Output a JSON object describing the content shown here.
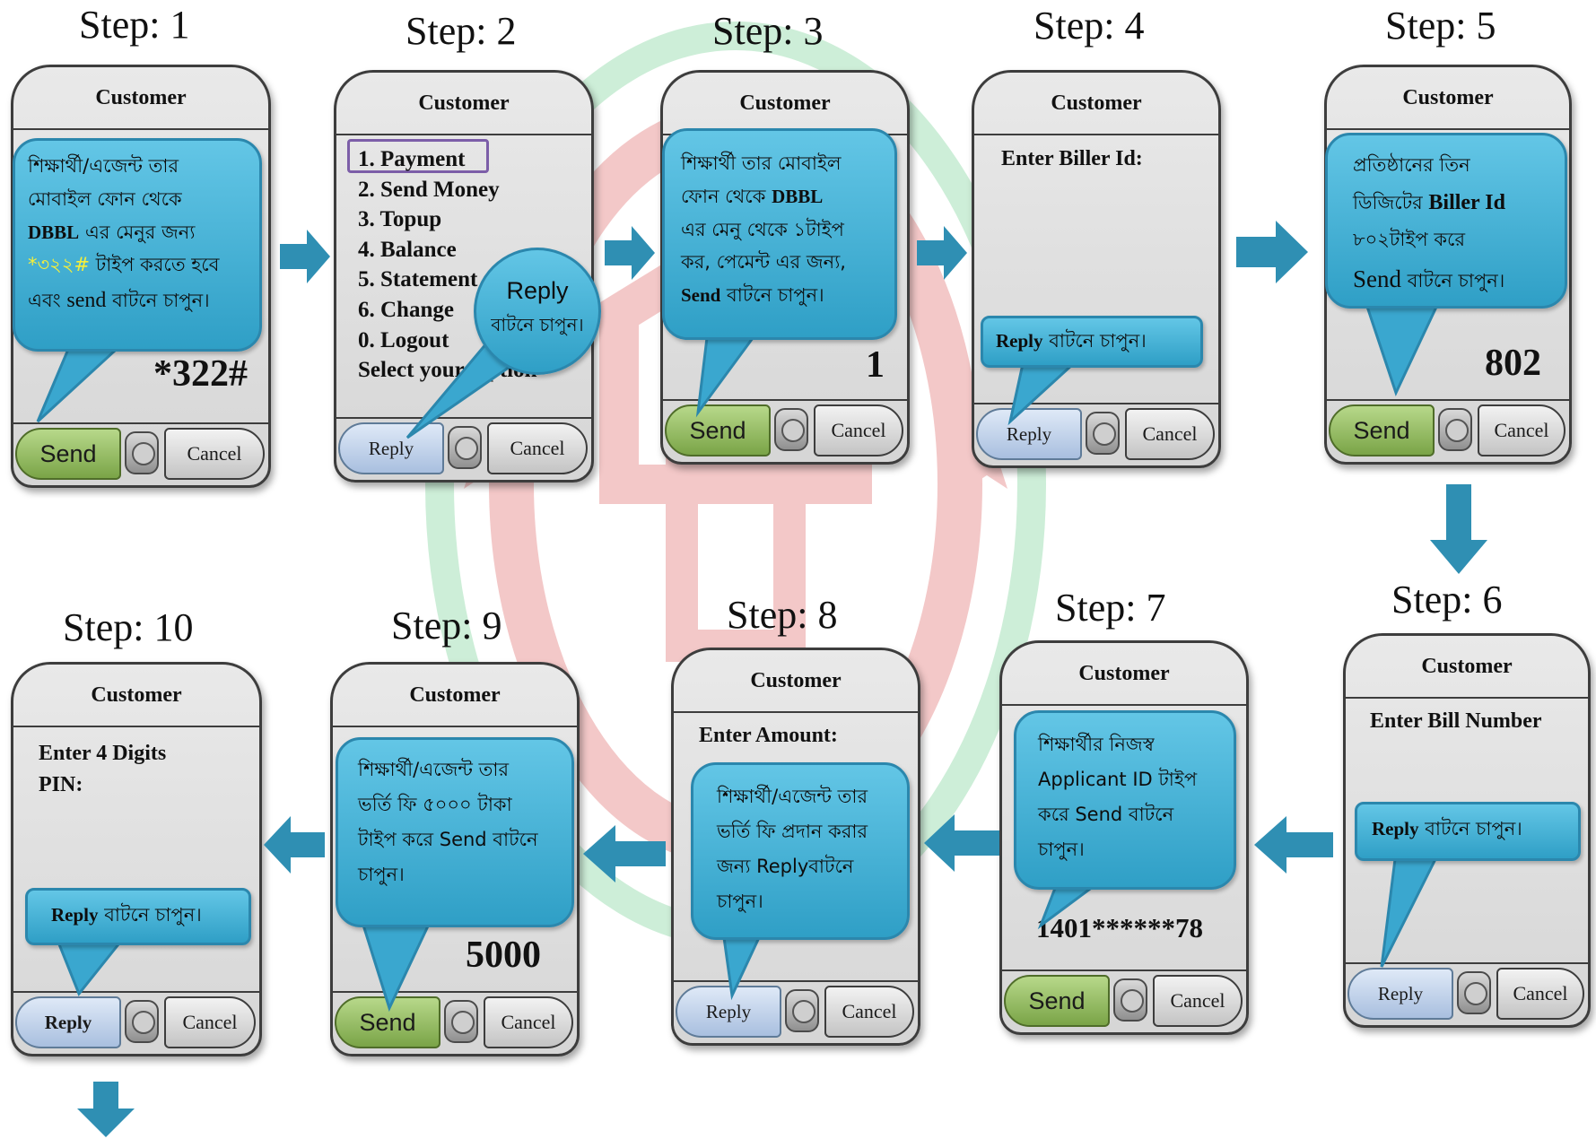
{
  "phone_title": "Customer",
  "buttons": {
    "send": "Send",
    "reply": "Reply",
    "cancel": "Cancel"
  },
  "steps": [
    {
      "title": "Step: 1",
      "bubble": {
        "lines": [
          "শিক্ষার্থী/এজেন্ট তার",
          "মোবাইল ফোন থেকে",
          "এর মেনুর জন্য",
          "টাইপ করতে হবে",
          "এবং",
          "বাটনে চাপুন।"
        ],
        "brand": "DBBL",
        "code": "*৩২২#",
        "send_word": "send"
      },
      "value": "*322#"
    },
    {
      "title": "Step: 2",
      "menu": [
        "1. Payment",
        "2. Send Money",
        "3. Topup",
        "4. Balance",
        "5. Statement",
        "6. Change",
        "0. Logout",
        "Select your Option"
      ],
      "bubble": {
        "reply": "Reply",
        "text": "বাটনে চাপুন।"
      }
    },
    {
      "title": "Step: 3",
      "bubble": {
        "lines": [
          "শিক্ষার্থী তার মোবাইল",
          "ফোন থেকে",
          "এর মেনু থেকে ১টাইপ",
          "কর, পেমেন্ট এর জন্য,",
          "বাটনে চাপুন।"
        ],
        "brand": "DBBL",
        "send_word": "Send"
      },
      "value": "1"
    },
    {
      "title": "Step: 4",
      "screen_text": "Enter Biller Id:",
      "bubble": {
        "reply": "Reply",
        "text": "বাটনে চাপুন।"
      }
    },
    {
      "title": "Step: 5",
      "bubble": {
        "lines": [
          "প্রতিষ্ঠানের তিন",
          "ডিজিটের",
          "৮০২টাইপ করে",
          "বাটনে চাপুন।"
        ],
        "biller": "Biller Id",
        "send_word": "Send"
      },
      "value": "802"
    },
    {
      "title": "Step: 6",
      "screen_text": "Enter Bill Number",
      "bubble": {
        "reply": "Reply",
        "text": "বাটনে চাপুন।"
      }
    },
    {
      "title": "Step: 7",
      "bubble": {
        "lines": [
          "শিক্ষার্থীর নিজস্ব",
          "Applicant ID টাইপ",
          "করে Send বাটনে",
          "চাপুন।"
        ]
      },
      "value": "1401******78"
    },
    {
      "title": "Step: 8",
      "screen_text": "Enter Amount:",
      "bubble": {
        "lines": [
          "শিক্ষার্থী/এজেন্ট তার",
          "ভর্তি ফি প্রদান করার",
          "জন্য Replyবাটনে",
          "চাপুন।"
        ]
      }
    },
    {
      "title": "Step: 9",
      "bubble": {
        "lines": [
          "শিক্ষার্থী/এজেন্ট তার",
          "ভর্তি ফি ৫০০০ টাকা",
          "টাইপ করে Send বাটনে",
          "চাপুন।"
        ]
      },
      "value": "5000"
    },
    {
      "title": "Step: 10",
      "screen_text": "Enter 4 Digits PIN:",
      "bubble": {
        "reply": "Reply",
        "text": "বাটনে চাপুন।"
      }
    }
  ],
  "colors": {
    "bubble": "#3fb0d6",
    "arrow": "#2f8fb3",
    "send_green": "#8cb85a",
    "reply_blue": "#b9cde8",
    "menu_highlight": "#7c5ea8",
    "watermark_red": "#f3c8c8",
    "watermark_green": "#cdeed8"
  }
}
